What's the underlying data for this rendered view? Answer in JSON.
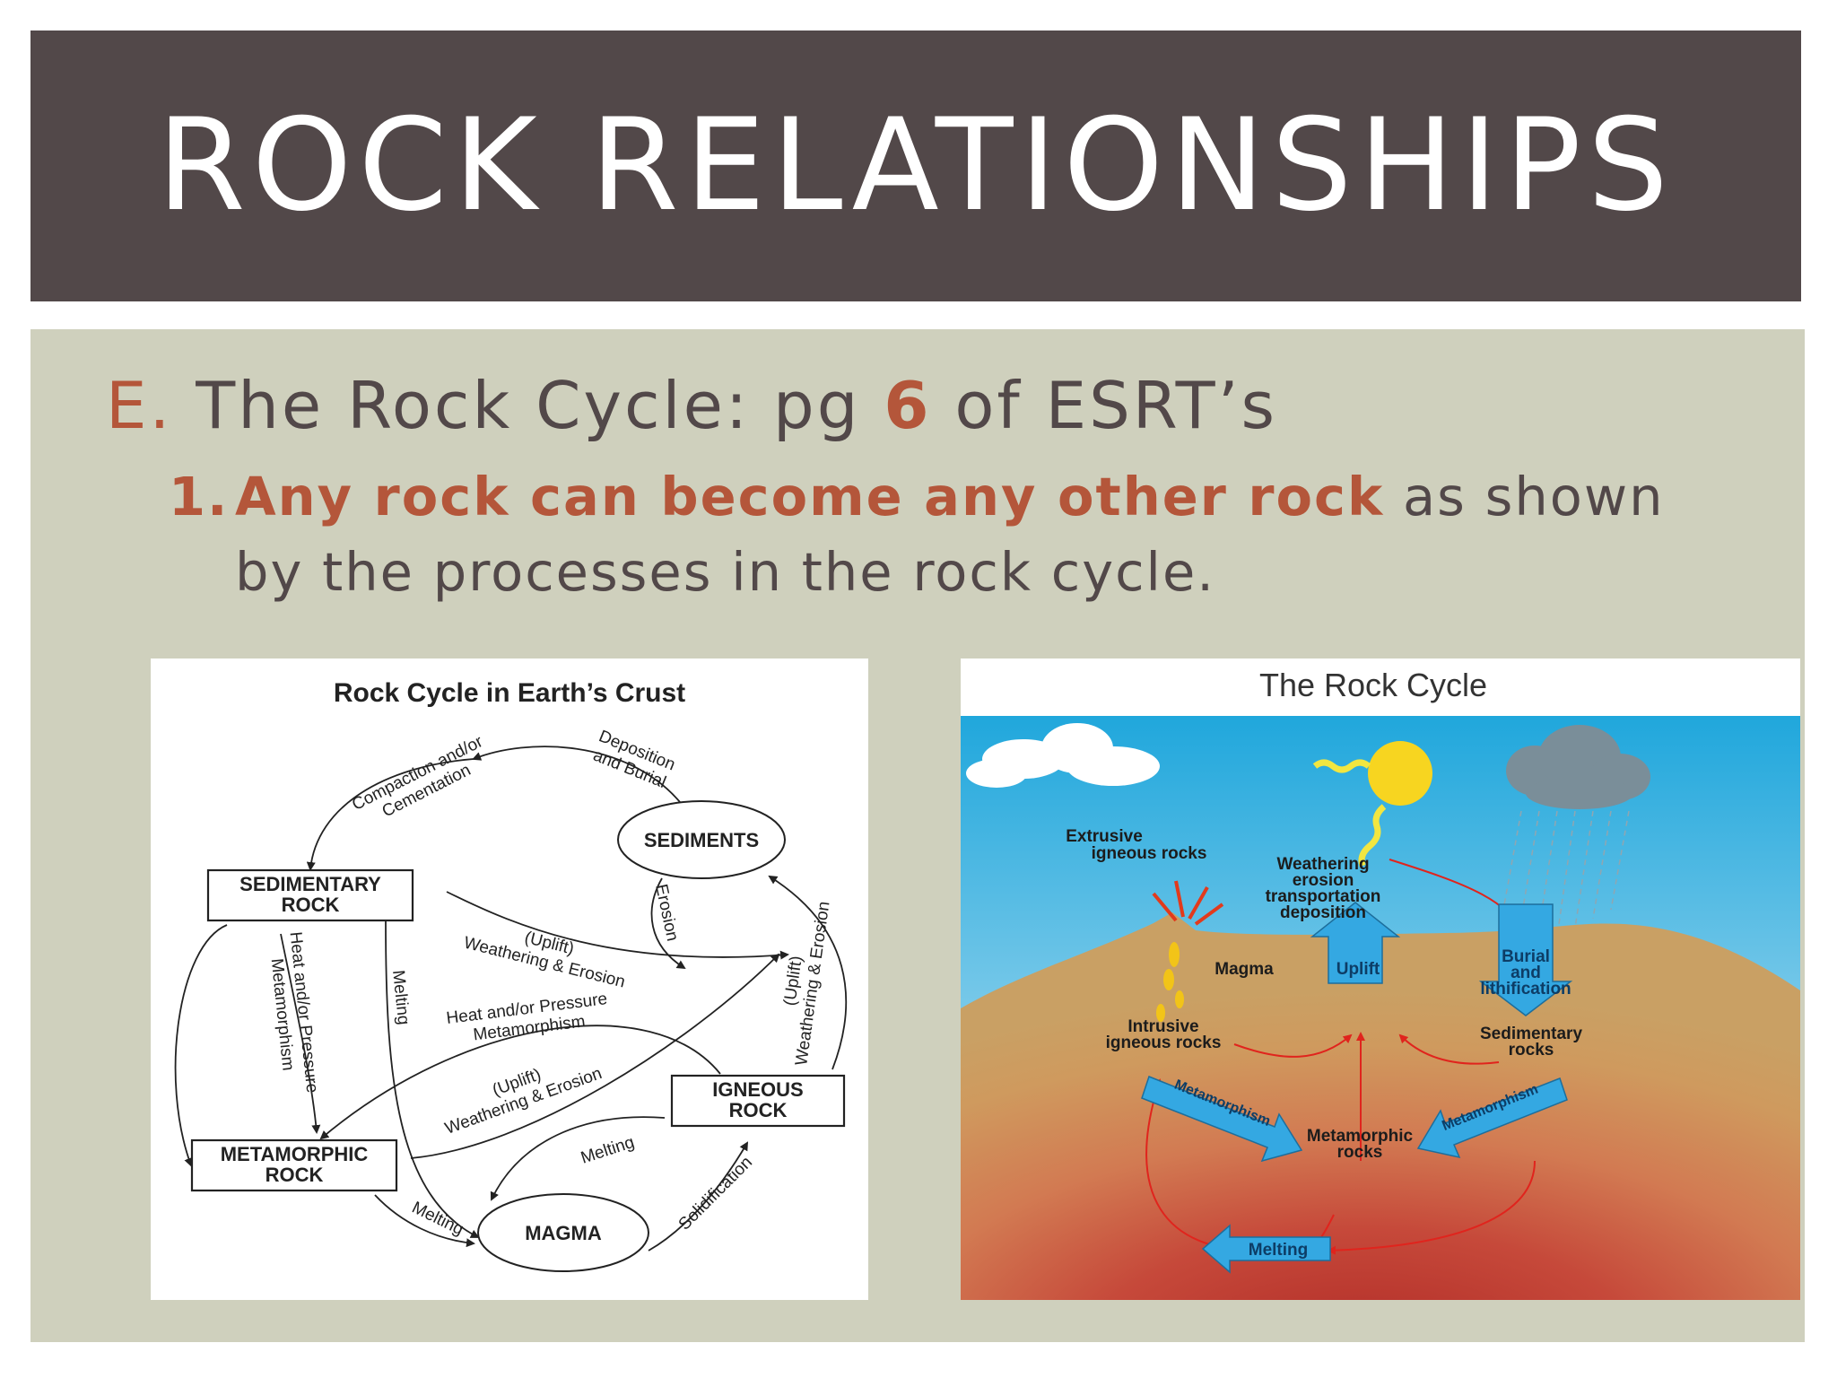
{
  "slide": {
    "title": "ROCK RELATIONSHIPS",
    "bullet1": {
      "marker": "E.",
      "before": "The Rock Cycle: pg",
      "page": "6",
      "after": "of ESRT’s"
    },
    "bullet2": {
      "marker": "1.",
      "highlight": "Any rock can become any other rock",
      "rest": "as shown by the processes in the rock cycle."
    }
  },
  "colors": {
    "title_bar": "#524849",
    "content_bg": "#cfd0bd",
    "accent": "#b4563a",
    "text": "#524849"
  },
  "left_diagram": {
    "title": "Rock Cycle in Earth’s Crust",
    "nodes": {
      "sediments": "SEDIMENTS",
      "sedimentary": [
        "SEDIMENTARY",
        "ROCK"
      ],
      "metamorphic": [
        "METAMORPHIC",
        "ROCK"
      ],
      "igneous": [
        "IGNEOUS",
        "ROCK"
      ],
      "magma": "MAGMA"
    },
    "labels": {
      "compaction": [
        "Compaction and/or",
        "Cementation"
      ],
      "deposition": [
        "Deposition",
        "and Burial"
      ],
      "erosion": "Erosion",
      "uplift_weathering_1": [
        "(Uplift)",
        "Weathering & Erosion"
      ],
      "heat_pressure_1": [
        "Heat and/or Pressure",
        "Metamorphism"
      ],
      "melting_sed": "Melting",
      "heat_pressure_2": [
        "Heat and/or Pressure",
        "Metamorphism"
      ],
      "uplift_weathering_2": [
        "(Uplift)",
        "Weathering & Erosion"
      ],
      "uplift_weathering_3": [
        "(Uplift)",
        "Weathering & Erosion"
      ],
      "melting_ign": "Melting",
      "melting_met": "Melting",
      "solidification": "Solidification"
    }
  },
  "right_diagram": {
    "title": "The Rock Cycle",
    "labels": {
      "extrusive": [
        "Extrusive",
        "igneous rocks"
      ],
      "weathering": [
        "Weathering",
        "erosion",
        "transportation",
        "deposition"
      ],
      "magma": "Magma",
      "uplift": "Uplift",
      "burial": [
        "Burial",
        "and",
        "lithification"
      ],
      "intrusive": [
        "Intrusive",
        "igneous rocks"
      ],
      "sedimentary": [
        "Sedimentary",
        "rocks"
      ],
      "metamorphism_left": "Metamorphism",
      "metamorphic_rocks": [
        "Metamorphic",
        "rocks"
      ],
      "metamorphism_right": "Metamorphism",
      "melting": "Melting"
    }
  }
}
